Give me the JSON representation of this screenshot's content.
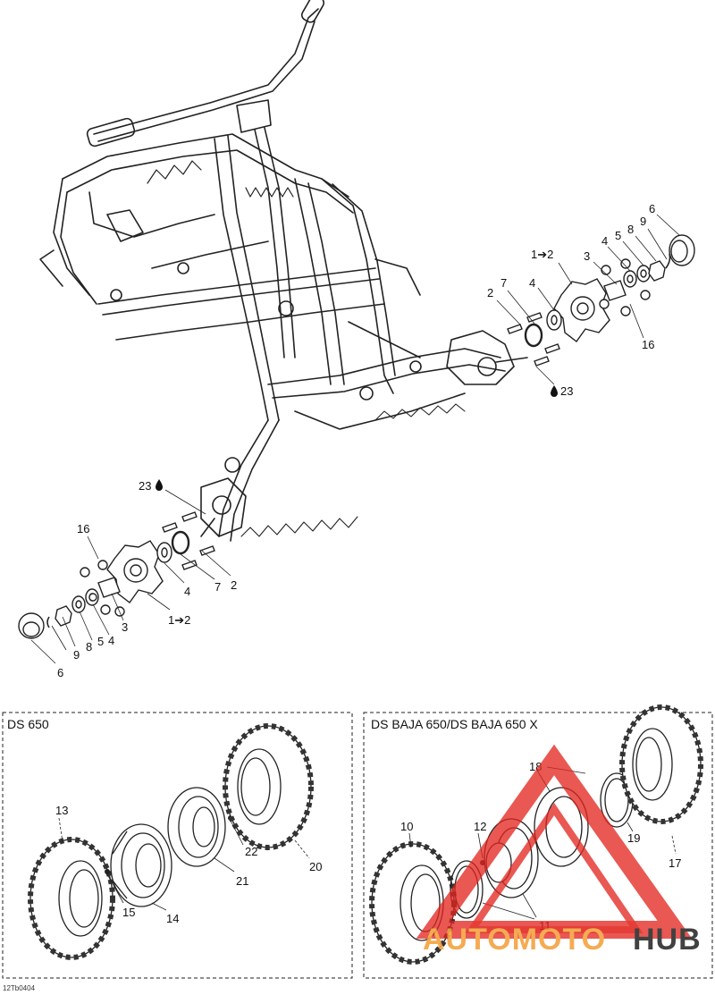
{
  "colors": {
    "line": "#222222",
    "frame_fill": "#ffffff",
    "watermark_red": "#e2261f",
    "watermark_orange": "#f4a340",
    "watermark_dark": "#2d2d2d"
  },
  "top_callouts_right": {
    "c1_2": "1➔2",
    "c2": "2",
    "c7": "7",
    "c3": "3",
    "c4a": "4",
    "c5": "5",
    "c8": "8",
    "c9": "9",
    "c6": "6",
    "c4b": "4",
    "c16": "16",
    "c23": "23"
  },
  "top_callouts_left": {
    "c23": "23",
    "c16": "16",
    "c4": "4",
    "c7": "7",
    "c2": "2",
    "c1_2": "1➔2",
    "c3": "3",
    "c4b": "4",
    "c5": "5",
    "c8": "8",
    "c9": "9",
    "c6": "6"
  },
  "panel_left": {
    "title": "DS 650",
    "callouts": {
      "c13": "13",
      "c15": "15",
      "c14": "14",
      "c21": "21",
      "c22": "22",
      "c20": "20"
    }
  },
  "panel_right": {
    "title": "DS BAJA 650/DS BAJA 650 X",
    "callouts": {
      "c10": "10",
      "c12": "12",
      "c18": "18",
      "c19": "19",
      "c17": "17",
      "c11": "11"
    }
  },
  "figure_code": "12Tb0404",
  "watermark": {
    "part1": "AUTOMOTO",
    "part2": "HUB"
  }
}
